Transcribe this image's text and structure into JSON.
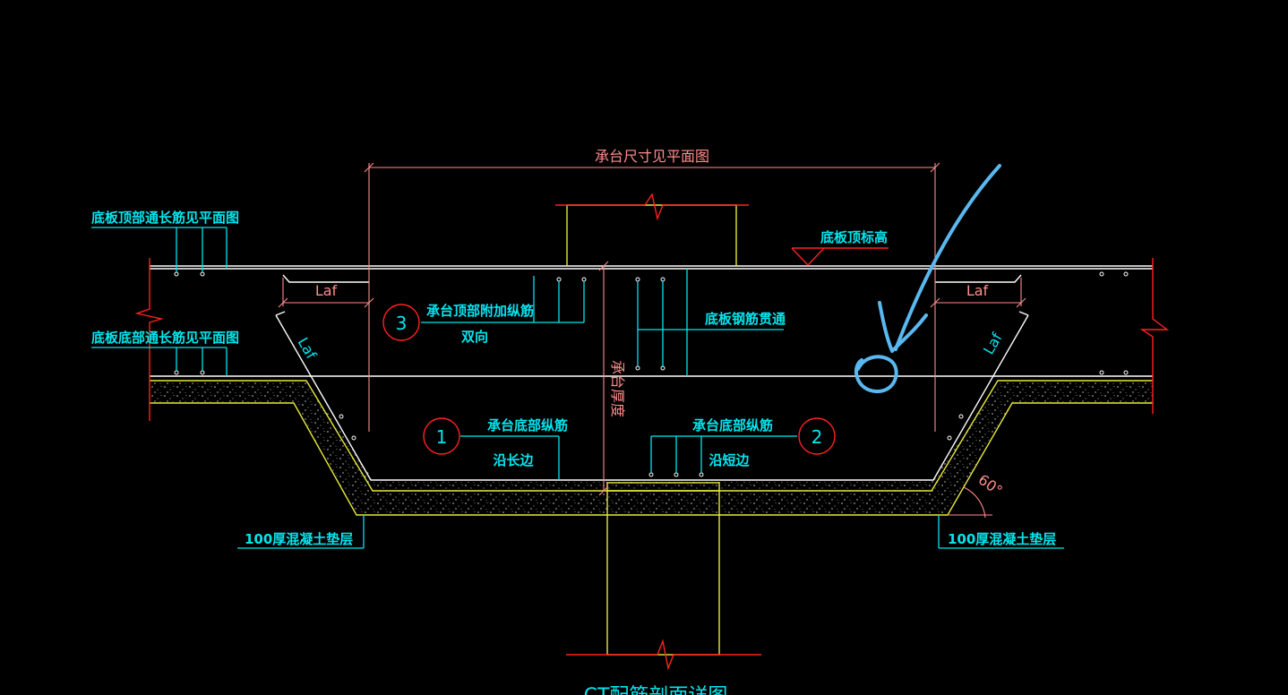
{
  "drawing": {
    "title": "CT配筋剖面详图",
    "colors": {
      "background": "#000000",
      "concrete_outline": "#ffffff",
      "cushion_outline": "#e8e83a",
      "break_line": "#ff2020",
      "label": "#00e5ee",
      "dimension": "#ff8c8c",
      "markup": "#5ab8f0"
    },
    "labels": {
      "slab_top_rebar": "底板顶部通长筋见平面图",
      "slab_bottom_rebar": "底板底部通长筋见平面图",
      "cap_size": "承台尺寸见平面图",
      "slab_top_elev": "底板顶标高",
      "cap_top_extra_rebar": "承台顶部附加纵筋",
      "bidirectional": "双向",
      "slab_rebar_through": "底板钢筋贯通",
      "cap_thickness": "承台厚度",
      "cap_bottom_rebar_1": "承台底部纵筋",
      "along_long_side": "沿长边",
      "cap_bottom_rebar_2": "承台底部纵筋",
      "along_short_side": "沿短边",
      "cushion_left": "100厚混凝土垫层",
      "cushion_right": "100厚混凝土垫层",
      "laf_top_left": "Laf",
      "laf_top_right": "Laf",
      "laf_slope_left": "Laf",
      "laf_slope_right": "Laf",
      "angle": "60°"
    },
    "bubbles": {
      "one": "1",
      "two": "2",
      "three": "3"
    }
  }
}
